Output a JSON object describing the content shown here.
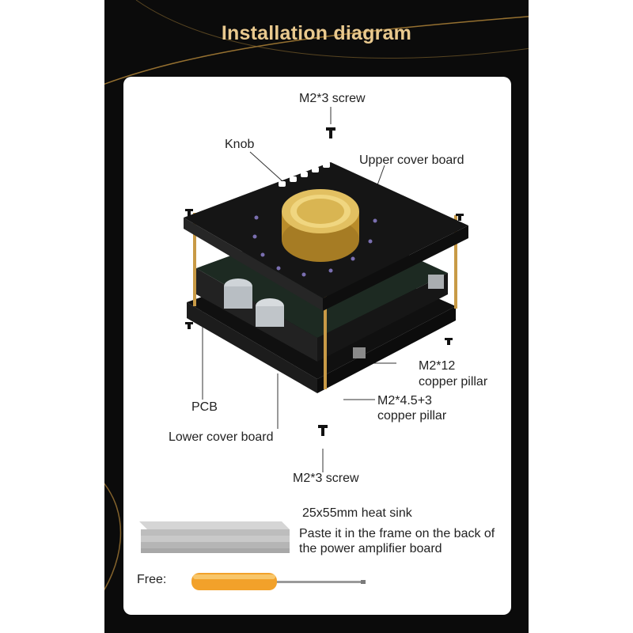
{
  "title": "Installation diagram",
  "labels": {
    "top_screw": "M2*3 screw",
    "knob": "Knob",
    "upper_cover": "Upper cover board",
    "pillar_12_line1": "M2*12",
    "pillar_12_line2": "copper pillar",
    "pcb": "PCB",
    "pillar_45_line1": "M2*4.5+3",
    "pillar_45_line2": "copper pillar",
    "lower_cover": "Lower cover board",
    "bottom_screw": "M2*3 screw"
  },
  "accessories": {
    "heat_sink_title": "25x55mm heat sink",
    "heat_sink_note": "Paste it in the frame on the back of the power amplifier board",
    "free_label": "Free:"
  },
  "colors": {
    "background": "#0b0b0b",
    "title": "#e9c98e",
    "gold_line": "#b8893a",
    "panel": "#ffffff",
    "board": "#151515",
    "knob_gold": "#d4a83c"
  }
}
